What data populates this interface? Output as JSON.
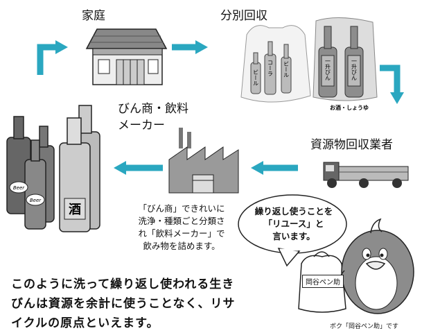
{
  "nodes": {
    "home": "家庭",
    "sorting": "分別回収",
    "collector": "資源物回収業者",
    "maker_line1": "びん商・飲料",
    "maker_line2": "メーカー"
  },
  "bottle_labels": {
    "beer": "ビール",
    "cola": "コーラ",
    "beer2": "ビール",
    "ichigo1": "一升びん",
    "ichigo2": "一升びん",
    "bag_caption": "お酒・しょうゆ",
    "sake": "酒",
    "beer_small_1": "Beer",
    "beer_small_2": "Beer"
  },
  "maker_note": {
    "line1": "「びん商」できれいに",
    "line2": "洗浄・種類ごと分類さ",
    "line3": "れ「飲料メーカー」で",
    "line4": "飲み物を詰めます。"
  },
  "bubble": {
    "line1": "繰り返し使うことを",
    "line2": "「リユース」と",
    "line3": "言います。"
  },
  "mascot": {
    "bag_label": "岡谷ペン助",
    "caption": "ボク「岡谷ペン助」です"
  },
  "summary": {
    "line1": "このように洗って繰り返し使われる生き",
    "line2": "びんは資源を余計に使うことなく、リサ",
    "line3": "イクルの原点といえます。"
  },
  "colors": {
    "arrow": "#2aa7c0",
    "outline": "#222222",
    "gray": "#9a9a9a",
    "light_gray": "#d8d8d8"
  }
}
